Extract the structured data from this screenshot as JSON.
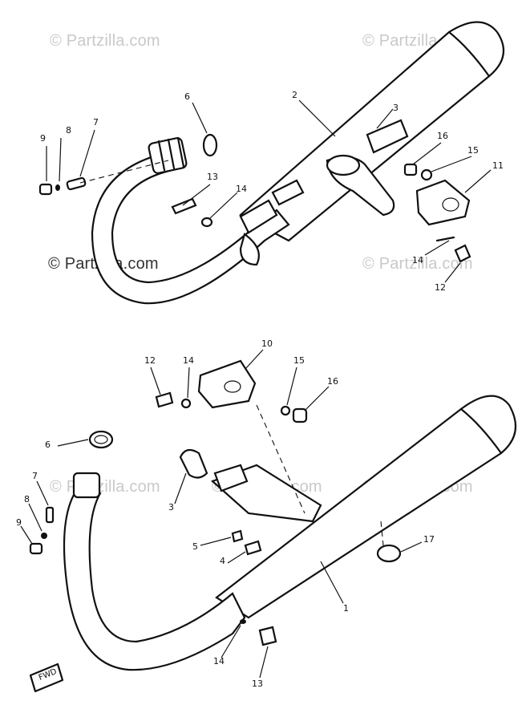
{
  "watermarks": [
    "© Partzilla.com",
    "© Partzilla.com",
    "© Partzilla.com",
    "© Partzilla.com",
    "© Partzilla.com",
    "© Partzilla.com",
    "© Partzilla.com"
  ],
  "callouts": {
    "upper": [
      "9",
      "8",
      "7",
      "6",
      "2",
      "3",
      "16",
      "15",
      "11",
      "13",
      "14",
      "14",
      "12"
    ],
    "lower": [
      "12",
      "14",
      "10",
      "15",
      "16",
      "6",
      "7",
      "8",
      "9",
      "3",
      "5",
      "4",
      "17",
      "1",
      "14",
      "13"
    ]
  },
  "stamp": "FWD"
}
